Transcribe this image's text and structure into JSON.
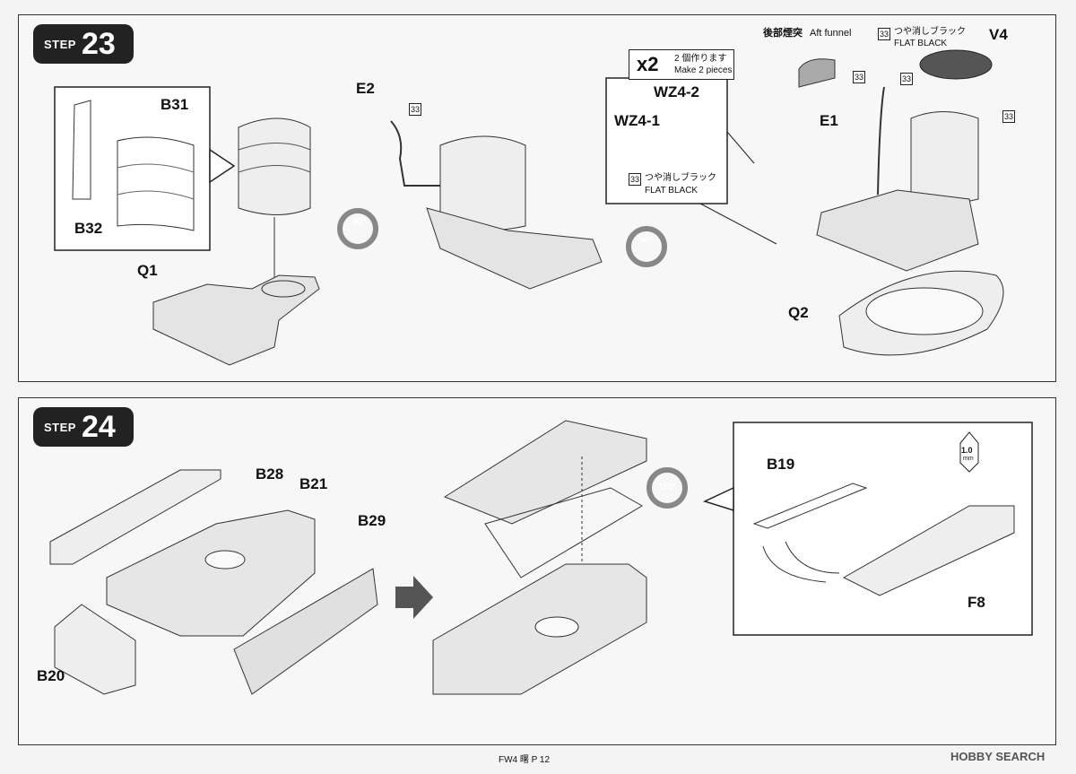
{
  "step23": {
    "badge_word": "STEP",
    "badge_number": "23",
    "parts": {
      "b31": "B31",
      "b32": "B32",
      "q1": "Q1",
      "e2": "E2",
      "wz42": "WZ4-2",
      "wz41": "WZ4-1",
      "e1": "E1",
      "v4": "V4",
      "q2": "Q2"
    },
    "rotate_90a": "90°",
    "rotate_90b": "90°",
    "multiplier": "x2",
    "make_2_jp": "2 個作ります",
    "make_2_en": "Make 2 pieces",
    "paint_code": "33",
    "paint_jp": "つや消しブラック",
    "paint_en": "FLAT BLACK",
    "aft_funnel_jp": "後部煙突",
    "aft_funnel_en": "Aft funnel"
  },
  "step24": {
    "badge_word": "STEP",
    "badge_number": "24",
    "parts": {
      "b28": "B28",
      "b21": "B21",
      "b29": "B29",
      "b20": "B20",
      "b19": "B19",
      "f8": "F8"
    },
    "rotate_180": "180°",
    "drill_size": "1.0",
    "drill_unit": "mm"
  },
  "footer": {
    "left": "FW4 曙 P 12",
    "watermark_brand": "HOBBY SEARCH"
  }
}
